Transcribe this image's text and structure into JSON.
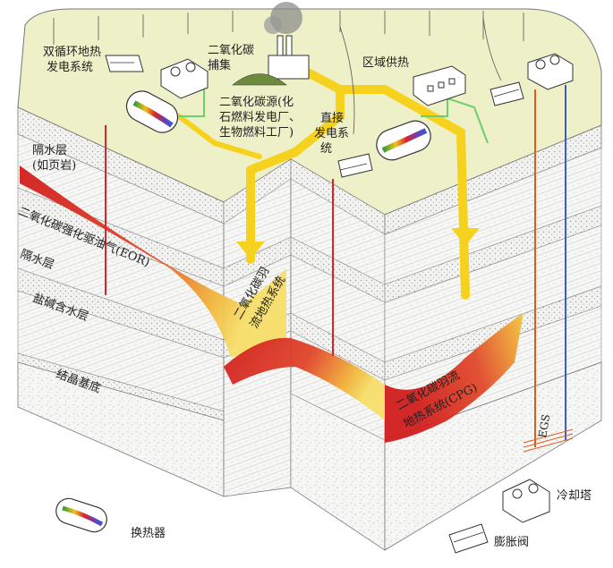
{
  "labels": {
    "binary_cycle": [
      "双循环地热",
      "发电系统"
    ],
    "co2_capture": [
      "二氧化碳",
      "捕集"
    ],
    "co2_source": [
      "二氧化碳源(化",
      "石燃料发电厂、",
      "生物燃料工厂)"
    ],
    "district_heating": "区域供热",
    "direct_power": [
      "直接",
      "发电系",
      "统"
    ],
    "caprock": [
      "隔水层",
      "(如页岩)"
    ],
    "eor": "二氧化碳强化驱油气(EOR)",
    "aquitard": "隔水层",
    "saline_aquifer": "盐碱含水层",
    "crystalline_basement": "结晶基底",
    "co2_plume_geothermal_left": [
      "二氧化碳羽",
      "流地热系统"
    ],
    "cpg": [
      "二氧化碳羽流",
      "地热系统(CPG)"
    ],
    "egs": "EGS",
    "cooling_tower": "冷却塔",
    "heat_exchanger": "换热器",
    "expansion_valve": "膨胀阀"
  },
  "colors": {
    "co2_flow": "#f6d21f",
    "hot_flow": "#d8252b",
    "cold_flow": "#3b5bd6",
    "egs_hot": "#e05a1c",
    "reservoir_red": "#d21e1e",
    "reservoir_yellow": "#f3c33b",
    "ground_top": "#eef0c8",
    "sediment": "#f4f4f2"
  }
}
